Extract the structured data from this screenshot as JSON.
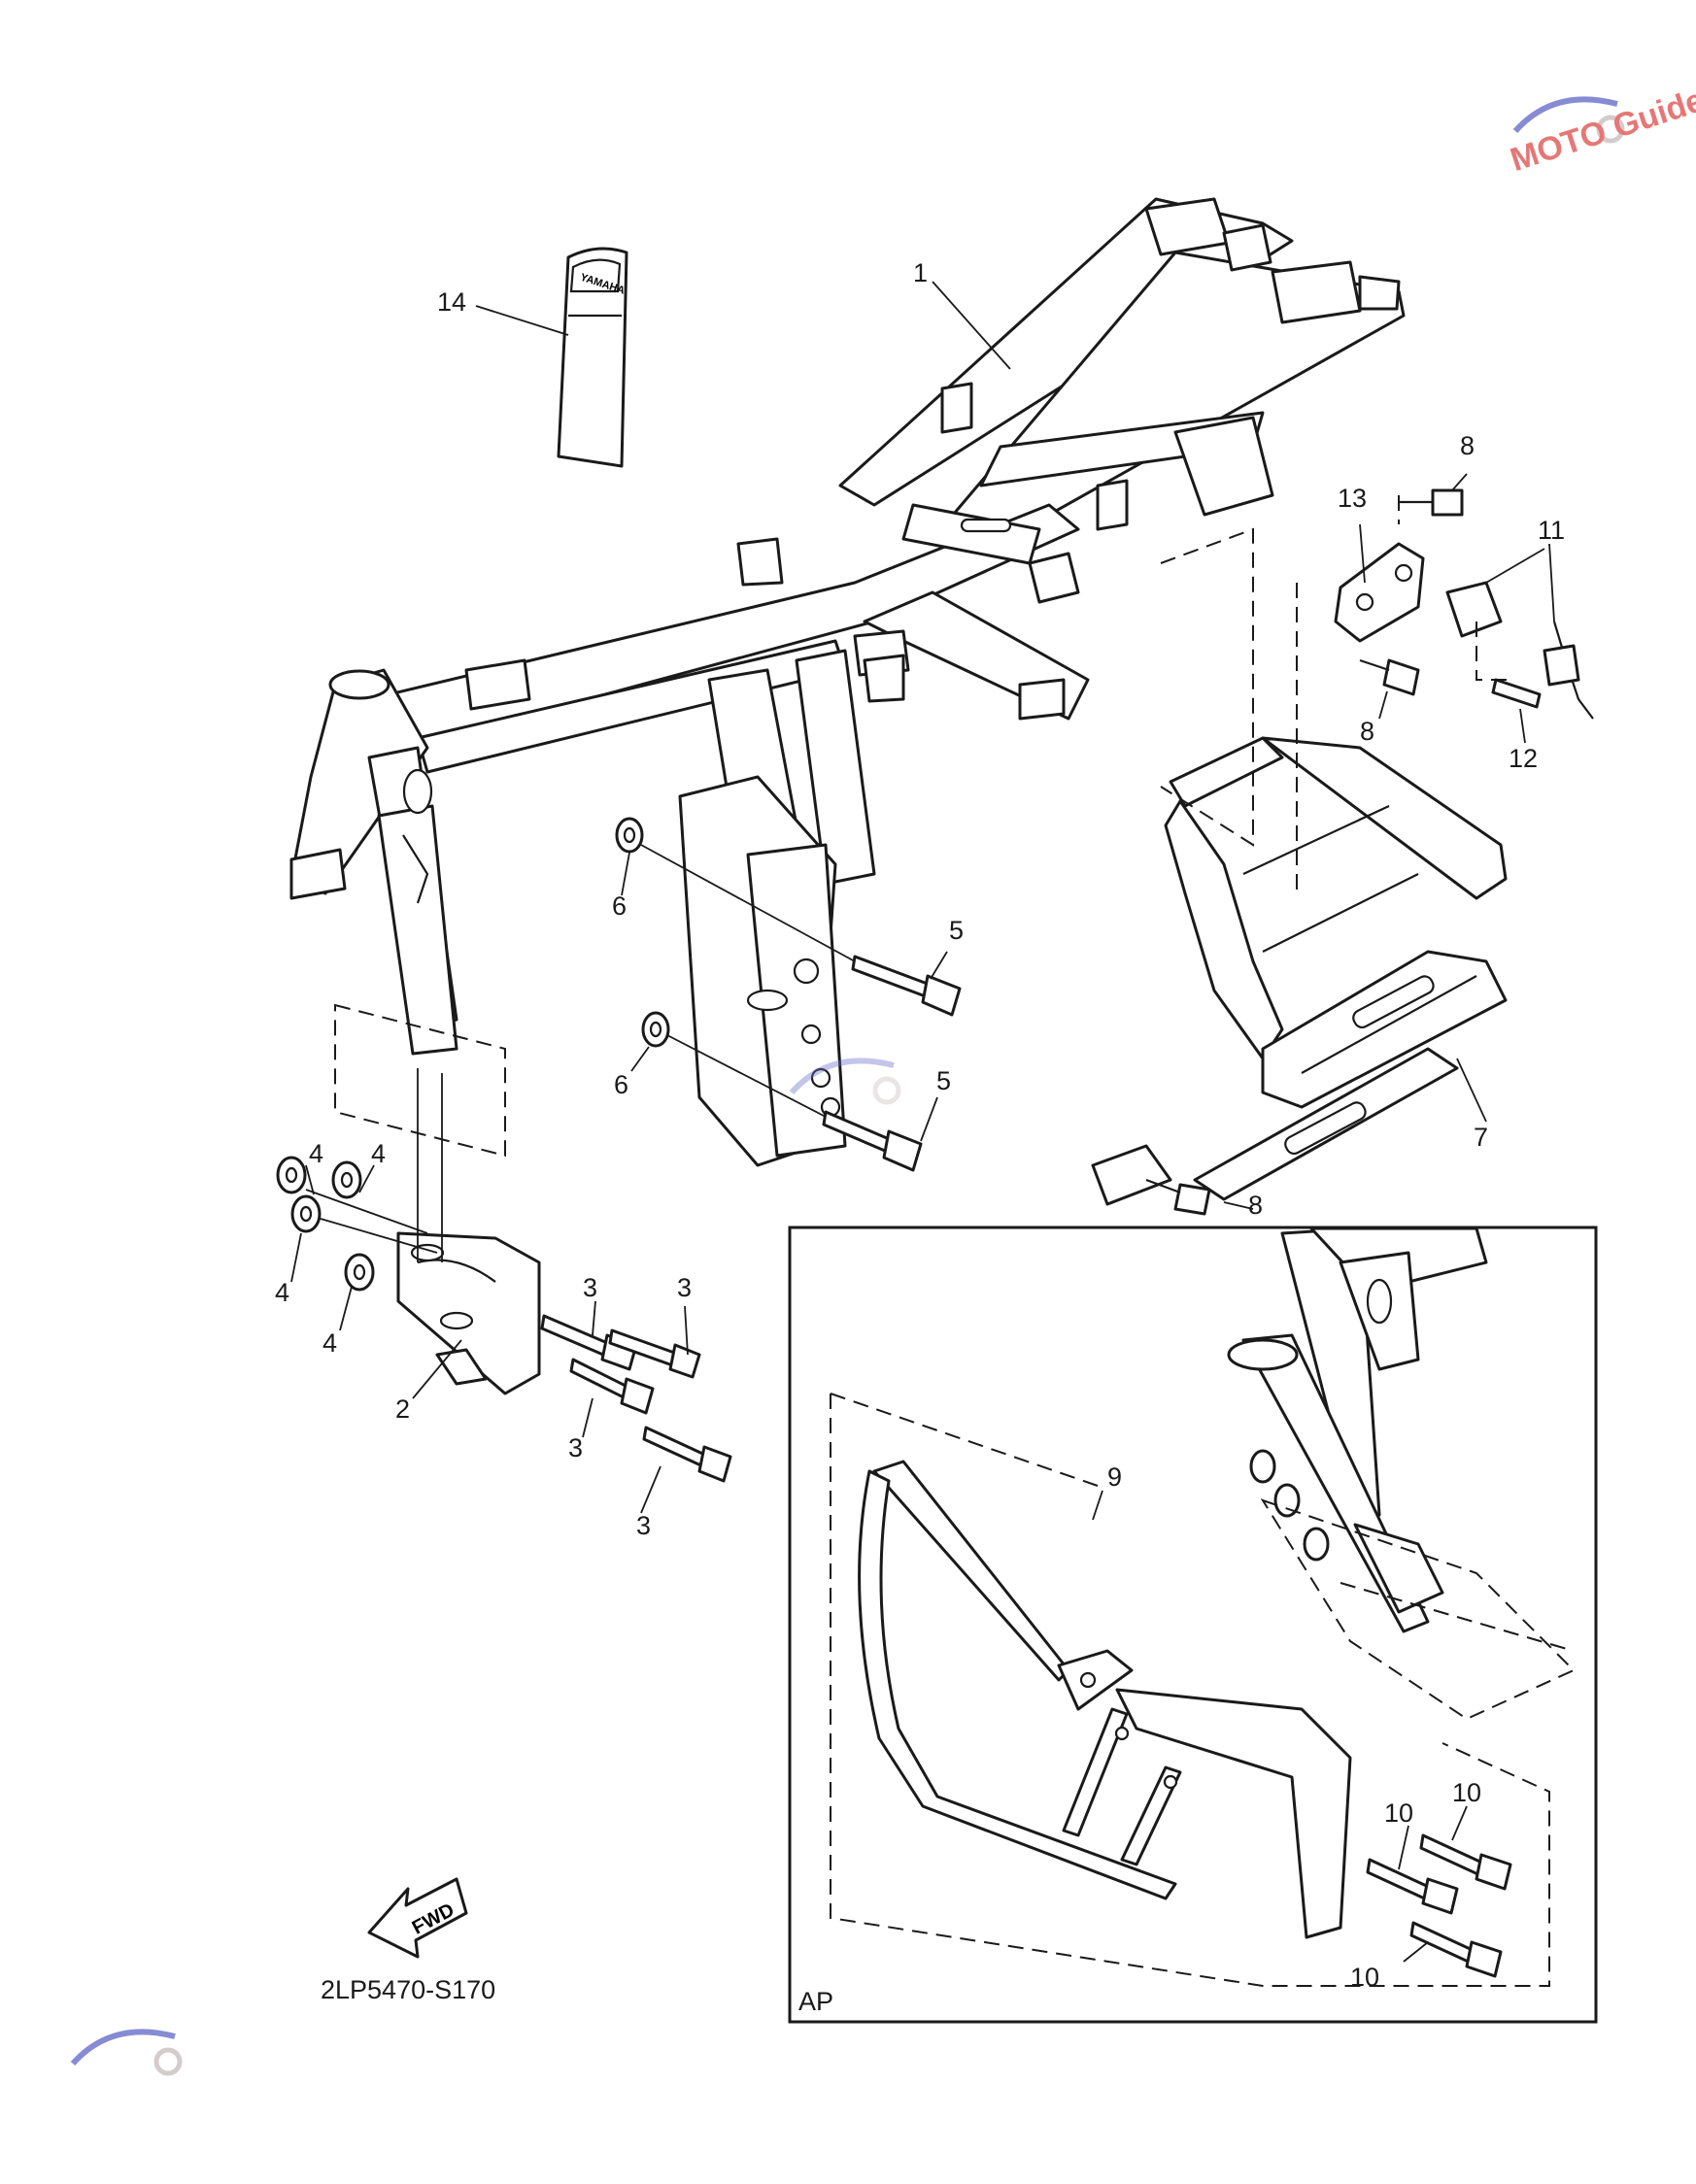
{
  "diagram": {
    "code": "2LP5470-S170",
    "inset_label": "AP",
    "fwd_label": "FWD",
    "emblem_text": "YAMAHA",
    "watermark": "MOTO Guide",
    "callouts": {
      "c1": "1",
      "c2": "2",
      "c3a": "3",
      "c3b": "3",
      "c3c": "3",
      "c3d": "3",
      "c4a": "4",
      "c4b": "4",
      "c4c": "4",
      "c4d": "4",
      "c5a": "5",
      "c5b": "5",
      "c6a": "6",
      "c6b": "6",
      "c7": "7",
      "c8a": "8",
      "c8b": "8",
      "c8c": "8",
      "c9": "9",
      "c10a": "10",
      "c10b": "10",
      "c10c": "10",
      "c11": "11",
      "c12": "12",
      "c13": "13",
      "c14": "14"
    }
  }
}
